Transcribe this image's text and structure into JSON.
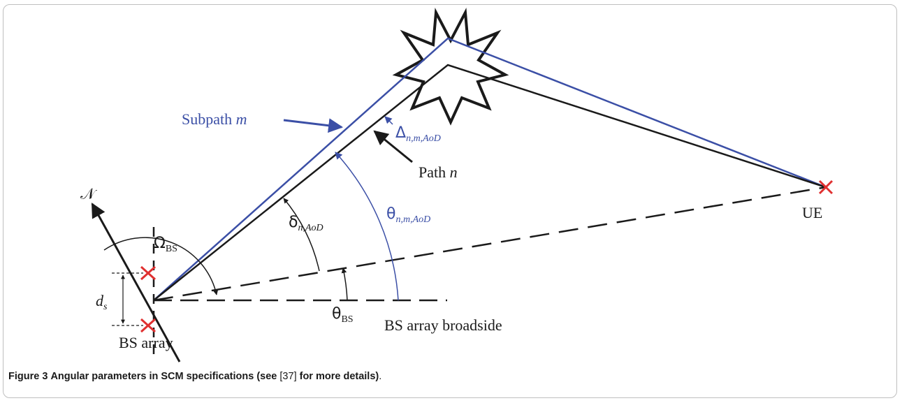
{
  "figure": {
    "caption_prefix": "Figure 3",
    "caption_text_1": "Angular parameters in SCM specifications (see",
    "caption_ref": "[37]",
    "caption_text_2": "for more details)",
    "caption_end": "."
  },
  "labels": {
    "subpath_text": "Subpath",
    "subpath_var": "m",
    "path_text": "Path",
    "path_var": "n",
    "ue": "UE",
    "bs_array": "BS array",
    "bs_broadside": "BS array broadside",
    "north_symbol": "𝒩",
    "omega_main": "Ω",
    "omega_sub": "BS",
    "delta_main": "δ",
    "delta_sub": "n,AoD",
    "theta_nm_main": "θ",
    "theta_nm_sub": "n,m,AoD",
    "Delta_main": "Δ",
    "Delta_sub": "n,m,AoD",
    "theta_bs_main": "θ",
    "theta_bs_sub": "BS",
    "ds_main": "d",
    "ds_sub": "s"
  },
  "colors": {
    "black_path": "#1a1a1a",
    "blue_path": "#3b4fa6",
    "antenna_x": "#e03030"
  }
}
